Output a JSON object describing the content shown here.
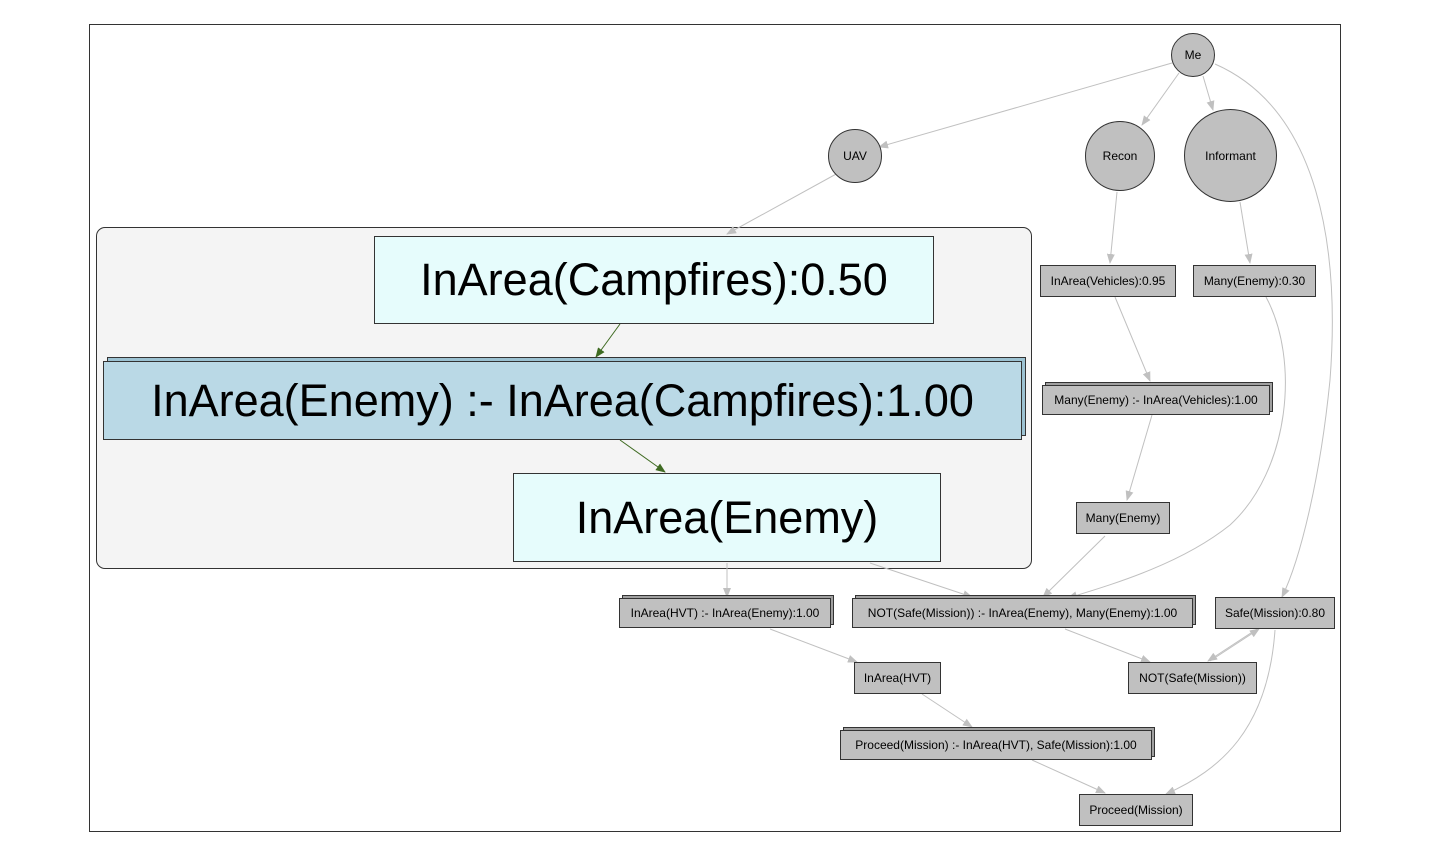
{
  "graph": {
    "sources": {
      "me": "Me",
      "uav": "UAV",
      "recon": "Recon",
      "informant": "Informant"
    },
    "highlight": {
      "campfires_fact": "InArea(Campfires):0.50",
      "enemy_rule": "InArea(Enemy) :- InArea(Campfires):1.00",
      "enemy_derived": "InArea(Enemy)"
    },
    "nodes": {
      "vehicles_fact": "InArea(Vehicles):0.95",
      "many_enemy_fact": "Many(Enemy):0.30",
      "many_enemy_rule": "Many(Enemy) :- InArea(Vehicles):1.00",
      "many_enemy": "Many(Enemy)",
      "hvt_rule": "InArea(HVT) :- InArea(Enemy):1.00",
      "not_safe_rule": "NOT(Safe(Mission)) :- InArea(Enemy), Many(Enemy):1.00",
      "safe_fact": "Safe(Mission):0.80",
      "hvt": "InArea(HVT)",
      "not_safe": "NOT(Safe(Mission))",
      "proceed_rule": "Proceed(Mission) :- InArea(HVT), Safe(Mission):1.00",
      "proceed": "Proceed(Mission)"
    },
    "colors": {
      "node_fill": "#c0c0c0",
      "highlight_fact_fill": "#e6fcfc",
      "highlight_rule_fill": "#bad9e6",
      "cluster_fill": "#f4f4f4",
      "edge": "#c0c0c0",
      "highlight_edge": "#3f6b22"
    }
  }
}
